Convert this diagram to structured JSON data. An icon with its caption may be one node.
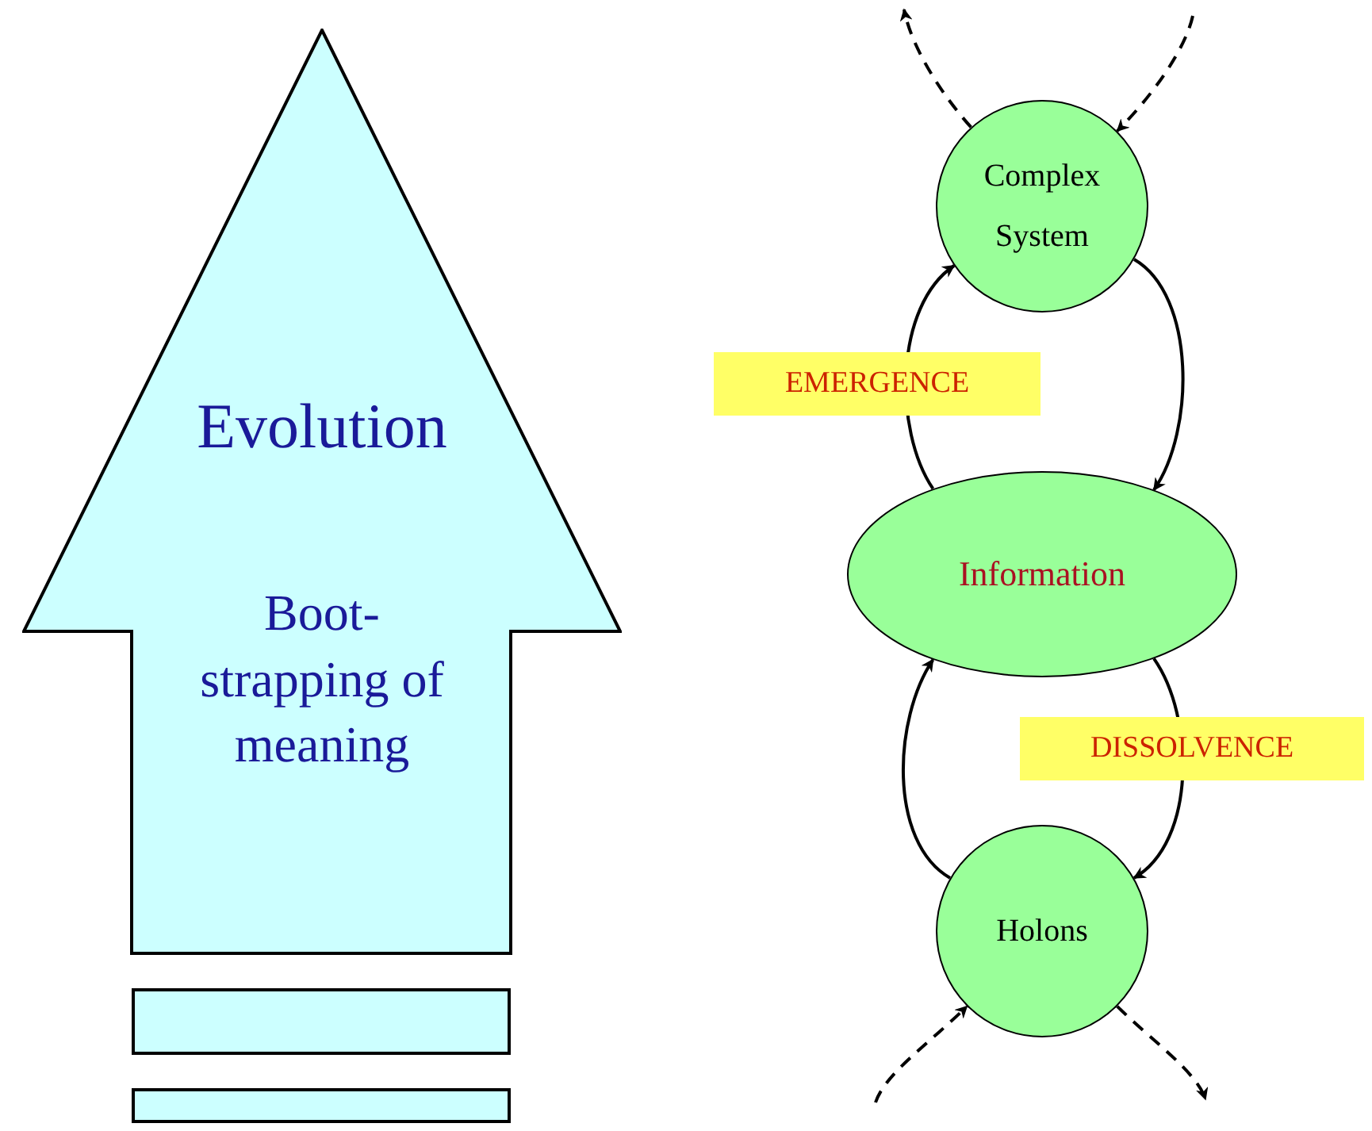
{
  "diagram": {
    "nodes": [
      {
        "text": [
          "Evolution",
          "Boot-strapping of meaning"
        ]
      },
      {
        "text": [],
        "shape": "bar"
      },
      {
        "text": [],
        "shape": "bar"
      },
      {
        "text": [
          "Complex System"
        ]
      },
      {
        "text": [
          "Information"
        ]
      },
      {
        "text": [
          "Holons"
        ]
      }
    ],
    "edges": [
      {
        "from": 4,
        "to": 3,
        "arrow": "to",
        "label": "EMERGENCE"
      },
      {
        "from": 3,
        "to": 4,
        "arrow": "to"
      },
      {
        "from": 5,
        "to": 4,
        "arrow": "to"
      },
      {
        "from": 4,
        "to": 5,
        "arrow": "to",
        "label": "DISSOLVENCE"
      },
      {
        "from": 3,
        "to": null,
        "arrow": "to",
        "style": "dashed"
      },
      {
        "from": null,
        "to": 3,
        "arrow": "to",
        "style": "dashed"
      },
      {
        "from": null,
        "to": 5,
        "arrow": "to",
        "style": "dashed"
      },
      {
        "from": 5,
        "to": null,
        "arrow": "to",
        "style": "dashed"
      }
    ]
  }
}
